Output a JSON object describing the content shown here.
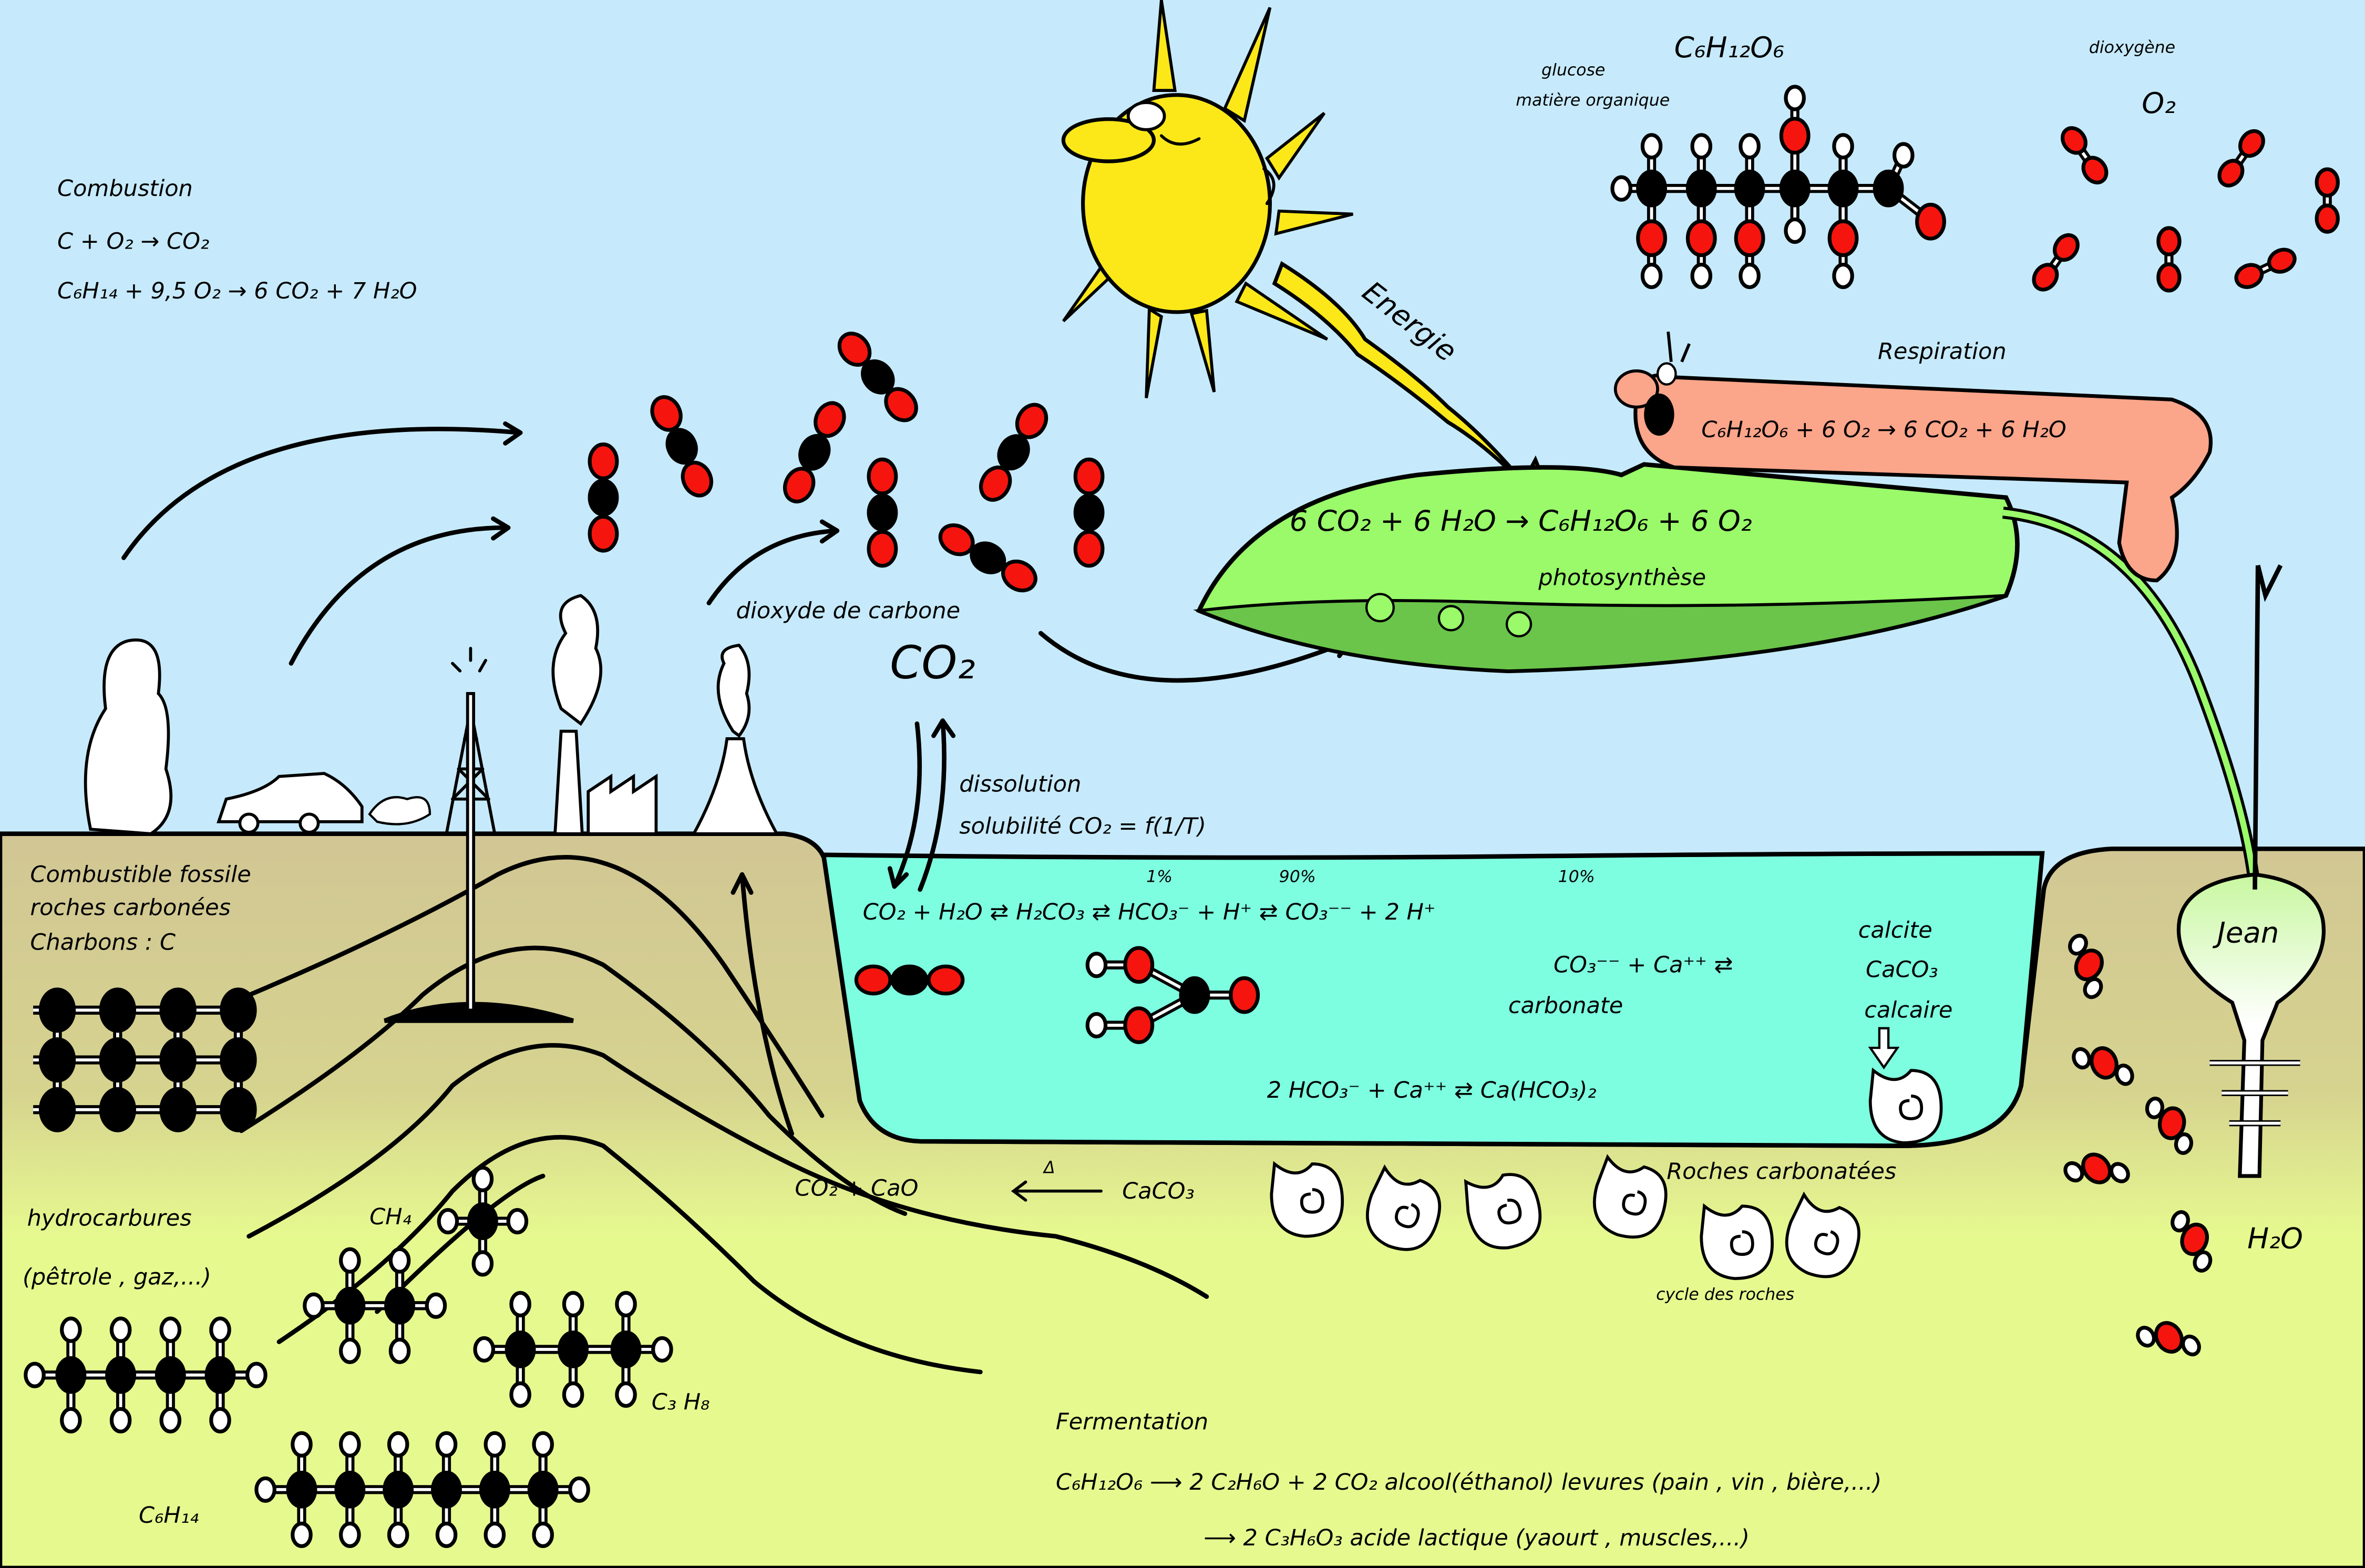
{
  "colors": {
    "sky": "#c6eafb",
    "water": "#7dfee0",
    "soil_top": "#d1c694",
    "soil_bottom": "#e6f98f",
    "leaf": "#9afa6a",
    "leaf_dark": "#6ac54a",
    "sun": "#fce819",
    "caterpillar": "#fba58a",
    "oxygen_atom": "#f5150e",
    "carbon_atom": "#000000",
    "hydrogen_atom": "#ffffff"
  },
  "combustion": {
    "title": "Combustion",
    "eq1": "C + O₂ → CO₂",
    "eq2": "C₆H₁₄ + 9,5 O₂ → 6 CO₂ + 7 H₂O"
  },
  "glucose": {
    "formula": "C₆H₁₂O₆",
    "label1": "glucose",
    "label2": "matière organique"
  },
  "oxygen": {
    "label": "dioxygène",
    "formula": "O₂"
  },
  "energy": {
    "label": "Energie"
  },
  "respiration": {
    "title": "Respiration",
    "equation": "C₆H₁₂O₆ + 6 O₂ → 6 CO₂ + 6 H₂O"
  },
  "photosynthesis": {
    "equation": "6 CO₂ + 6 H₂O → C₆H₁₂O₆ + 6 O₂",
    "label": "photosynthèse"
  },
  "co2": {
    "label": "dioxyde de carbone",
    "formula": "CO₂"
  },
  "dissolution": {
    "title": "dissolution",
    "solubility": "solubilité CO₂ = f(1/T)"
  },
  "ocean": {
    "pct1": "1%",
    "pct2": "90%",
    "pct3": "10%",
    "eq1": "CO₂ + H₂O ⇄ H₂CO₃ ⇄ HCO₃⁻ + H⁺ ⇄ CO₃⁻⁻ + 2 H⁺",
    "eq2": "CO₃⁻⁻ + Ca⁺⁺ ⇄",
    "carbonate": "carbonate",
    "calcite": "calcite",
    "caco3": "CaCO₃",
    "calcaire": "calcaire",
    "eq3": "2 HCO₃⁻ + Ca⁺⁺ ⇄ Ca(HCO₃)₂"
  },
  "rocks": {
    "calcination": "CO₂ + CaO",
    "delta": "Δ",
    "caco3": "CaCO₃",
    "carbonate_rocks": "Roches carbonatées",
    "rock_cycle": "cycle des roches"
  },
  "fossil": {
    "line1": "Combustible fossile",
    "line2": "roches carbonées",
    "line3": "Charbons :  C"
  },
  "hydrocarbons": {
    "line1": "hydrocarbures",
    "line2": "(pêtrole , gaz,...)",
    "ch4": "CH₄",
    "c3h8": "C₃ H₈",
    "c6h14": "C₆H₁₄"
  },
  "plant": {
    "name": "Jean",
    "water": "H₂O"
  },
  "fermentation": {
    "title": "Fermentation",
    "eq1": "C₆H₁₂O₆ ⟶ 2  C₂H₆O  + 2 CO₂  alcool(éthanol)  levures (pain , vin , bière,...)",
    "eq2": "⟶ 2 C₃H₆O₃  acide lactique (yaourt , muscles,...)"
  }
}
